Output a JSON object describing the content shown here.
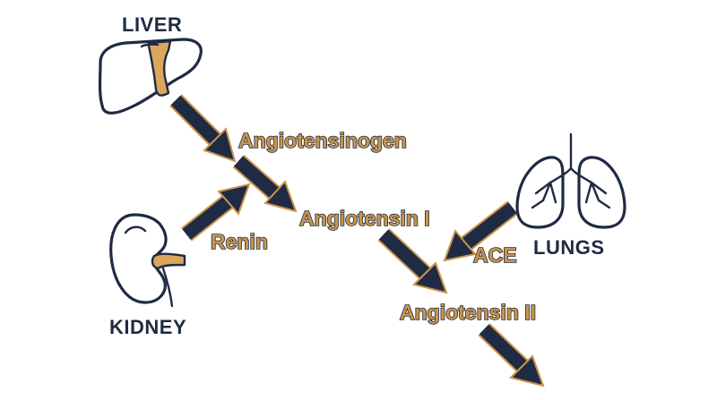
{
  "organs": {
    "liver": "LIVER",
    "kidney": "KIDNEY",
    "lungs": "LUNGS"
  },
  "molecules": {
    "angiotensinogen": "Angiotensinogen",
    "angiotensin_1": "Angiotensin I",
    "angiotensin_2": "Angiotensin II"
  },
  "enzymes": {
    "renin": "Renin",
    "ace": "ACE"
  },
  "colors": {
    "navy": "#1f2a44",
    "gold": "#c9954a",
    "background": "#ffffff"
  },
  "icons": [
    "liver-icon",
    "kidney-icon",
    "lungs-icon"
  ]
}
